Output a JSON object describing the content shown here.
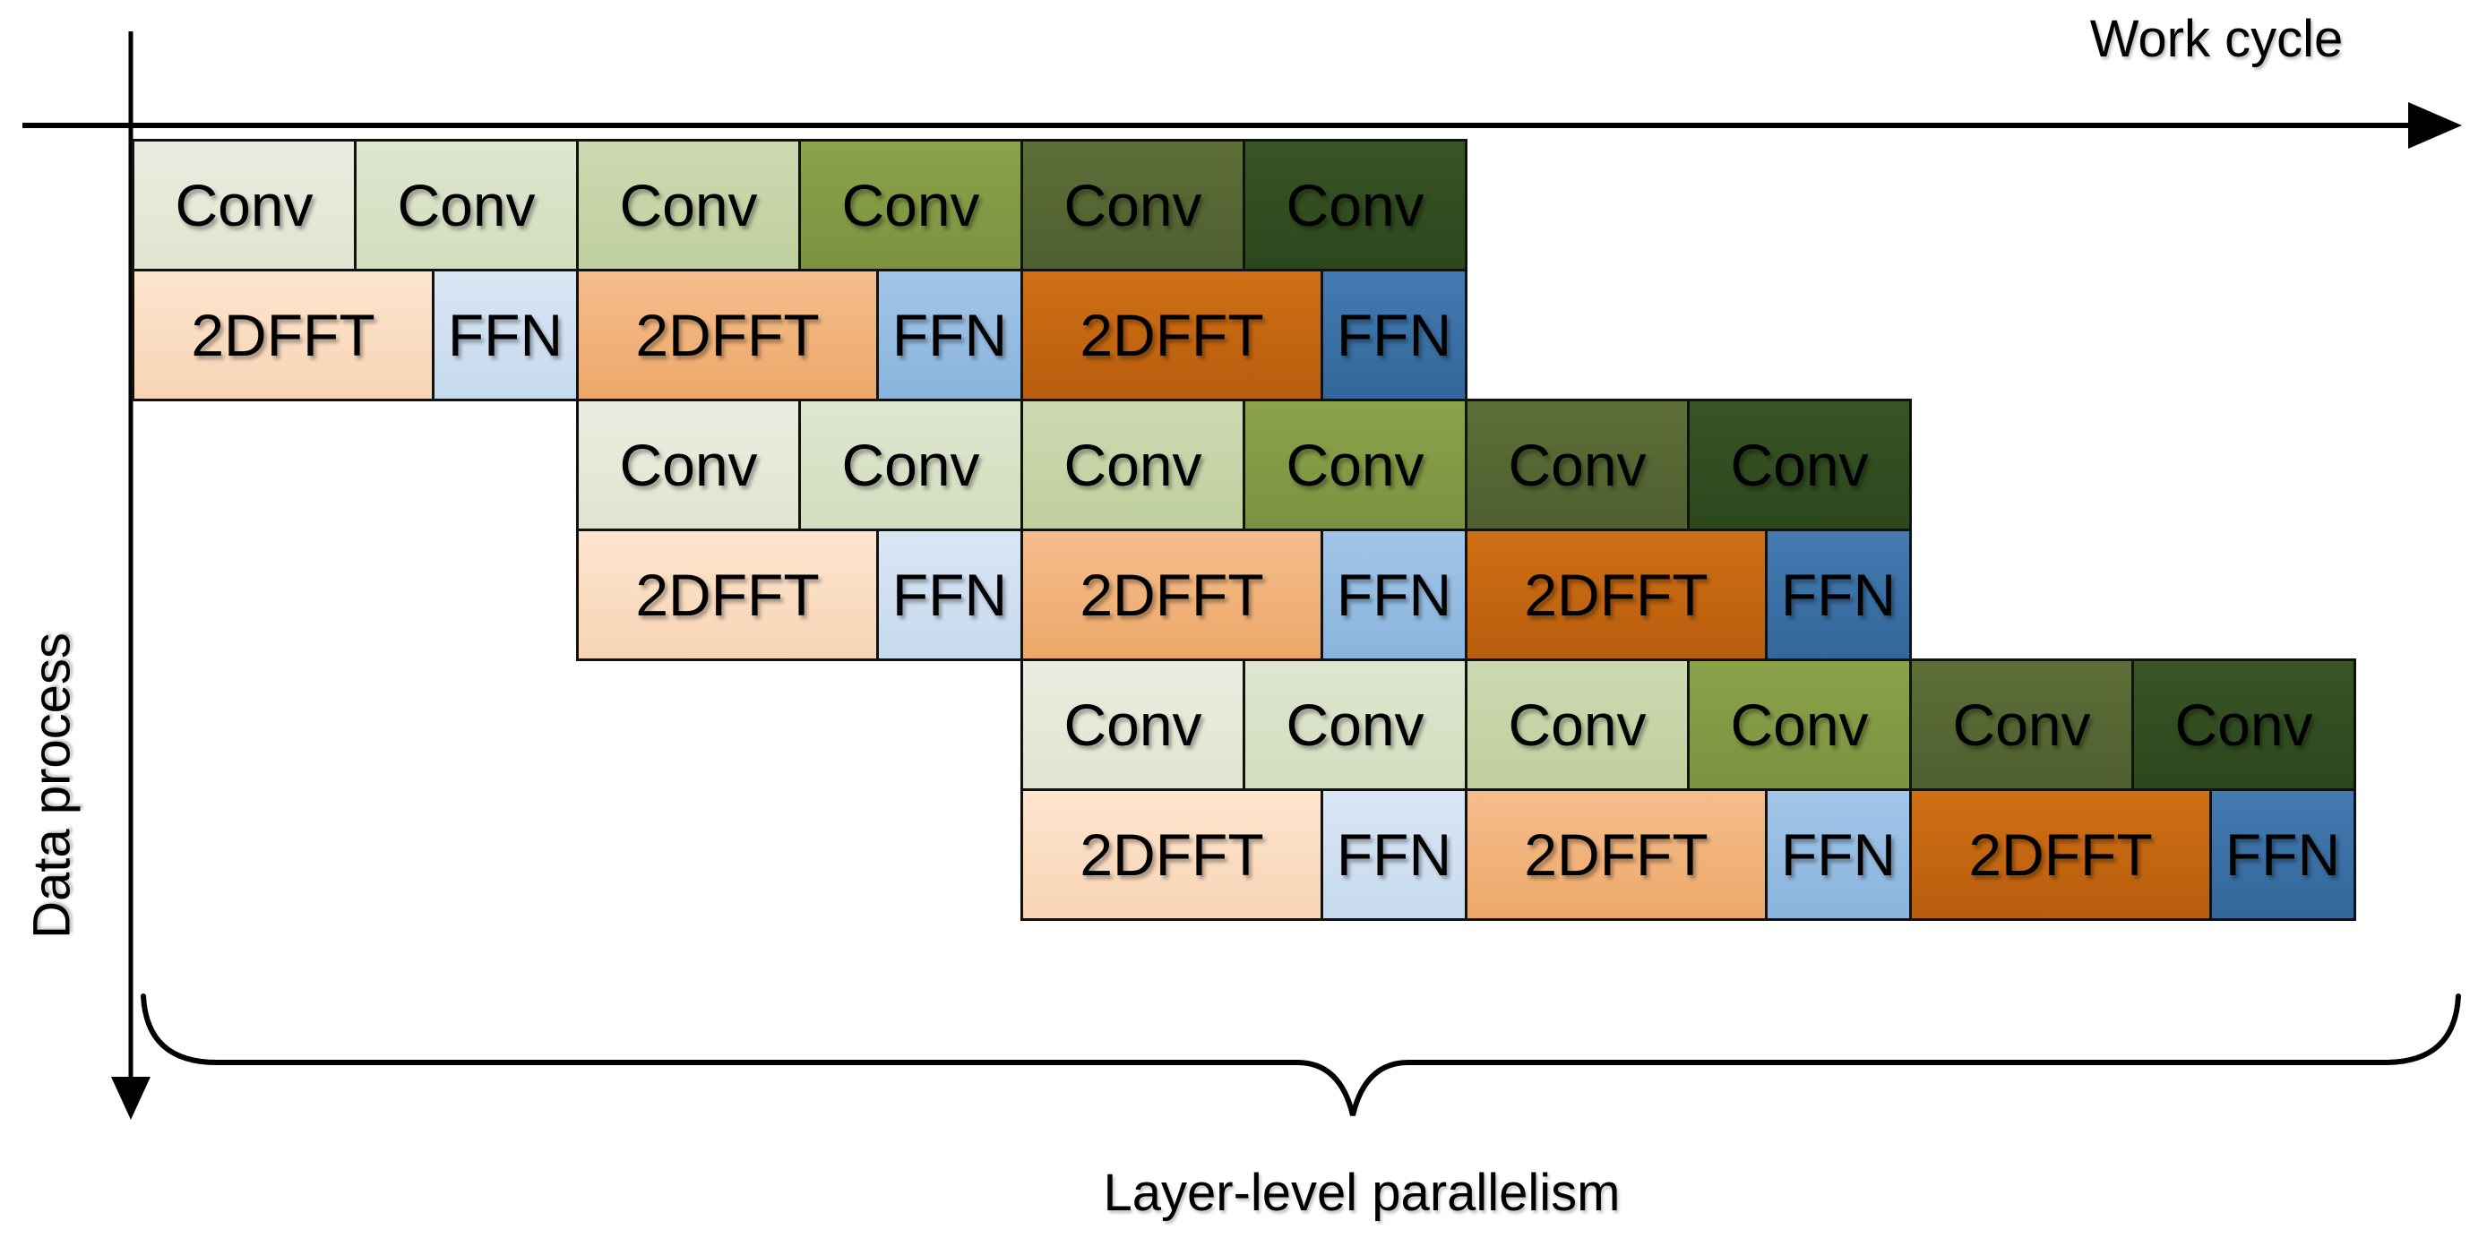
{
  "figure": {
    "kind": "pipeline-schedule-diagram",
    "background": "#ffffff"
  },
  "axes": {
    "x_label": "Work cycle",
    "y_label": "Data process",
    "line_color": "#000000"
  },
  "brace": {
    "label": "Layer-level parallelism",
    "color": "#000000"
  },
  "styles": {
    "border_color": "#111111",
    "text_color": "#000000",
    "conv_shades": [
      [
        "#e9ede0",
        "#dfe5d1"
      ],
      [
        "#dee6cf",
        "#d3ddbf"
      ],
      [
        "#cdd9b1",
        "#c0cf9e"
      ],
      [
        "#8ba24a",
        "#7b9240"
      ],
      [
        "#5d6e38",
        "#4f5f2f"
      ],
      [
        "#395526",
        "#2b471c"
      ]
    ],
    "fft_shades": [
      [
        "#fde5ce",
        "#f8d4b5"
      ],
      [
        "#f5bd8e",
        "#eda868"
      ],
      [
        "#d07014",
        "#b75d0e"
      ]
    ],
    "ffn_shades": [
      [
        "#d9e6f4",
        "#c6daee"
      ],
      [
        "#a2c5e8",
        "#8ab4dd"
      ],
      [
        "#447aaf",
        "#32679b"
      ]
    ]
  },
  "pipeline": {
    "groups": [
      {
        "name": "data-stream-1",
        "conv_cells": [
          {
            "kind": "conv",
            "label": "Conv",
            "shade": 0
          },
          {
            "kind": "conv",
            "label": "Conv",
            "shade": 1
          },
          {
            "kind": "conv",
            "label": "Conv",
            "shade": 2
          },
          {
            "kind": "conv",
            "label": "Conv",
            "shade": 3
          },
          {
            "kind": "conv",
            "label": "Conv",
            "shade": 4
          },
          {
            "kind": "conv",
            "label": "Conv",
            "shade": 5
          }
        ],
        "fft_cells": [
          {
            "kind": "fft",
            "label": "2DFFT",
            "shade": 0
          },
          {
            "kind": "ffn",
            "label": "FFN",
            "shade": 0
          },
          {
            "kind": "fft",
            "label": "2DFFT",
            "shade": 1
          },
          {
            "kind": "ffn",
            "label": "FFN",
            "shade": 1
          },
          {
            "kind": "fft",
            "label": "2DFFT",
            "shade": 2
          },
          {
            "kind": "ffn",
            "label": "FFN",
            "shade": 2
          }
        ]
      },
      {
        "name": "data-stream-2",
        "conv_cells": [
          {
            "kind": "conv",
            "label": "Conv",
            "shade": 0
          },
          {
            "kind": "conv",
            "label": "Conv",
            "shade": 1
          },
          {
            "kind": "conv",
            "label": "Conv",
            "shade": 2
          },
          {
            "kind": "conv",
            "label": "Conv",
            "shade": 3
          },
          {
            "kind": "conv",
            "label": "Conv",
            "shade": 4
          },
          {
            "kind": "conv",
            "label": "Conv",
            "shade": 5
          }
        ],
        "fft_cells": [
          {
            "kind": "fft",
            "label": "2DFFT",
            "shade": 0
          },
          {
            "kind": "ffn",
            "label": "FFN",
            "shade": 0
          },
          {
            "kind": "fft",
            "label": "2DFFT",
            "shade": 1
          },
          {
            "kind": "ffn",
            "label": "FFN",
            "shade": 1
          },
          {
            "kind": "fft",
            "label": "2DFFT",
            "shade": 2
          },
          {
            "kind": "ffn",
            "label": "FFN",
            "shade": 2
          }
        ]
      },
      {
        "name": "data-stream-3",
        "conv_cells": [
          {
            "kind": "conv",
            "label": "Conv",
            "shade": 0
          },
          {
            "kind": "conv",
            "label": "Conv",
            "shade": 1
          },
          {
            "kind": "conv",
            "label": "Conv",
            "shade": 2
          },
          {
            "kind": "conv",
            "label": "Conv",
            "shade": 3
          },
          {
            "kind": "conv",
            "label": "Conv",
            "shade": 4
          },
          {
            "kind": "conv",
            "label": "Conv",
            "shade": 5
          }
        ],
        "fft_cells": [
          {
            "kind": "fft",
            "label": "2DFFT",
            "shade": 0
          },
          {
            "kind": "ffn",
            "label": "FFN",
            "shade": 0
          },
          {
            "kind": "fft",
            "label": "2DFFT",
            "shade": 1
          },
          {
            "kind": "ffn",
            "label": "FFN",
            "shade": 1
          },
          {
            "kind": "fft",
            "label": "2DFFT",
            "shade": 2
          },
          {
            "kind": "ffn",
            "label": "FFN",
            "shade": 2
          }
        ]
      }
    ]
  }
}
